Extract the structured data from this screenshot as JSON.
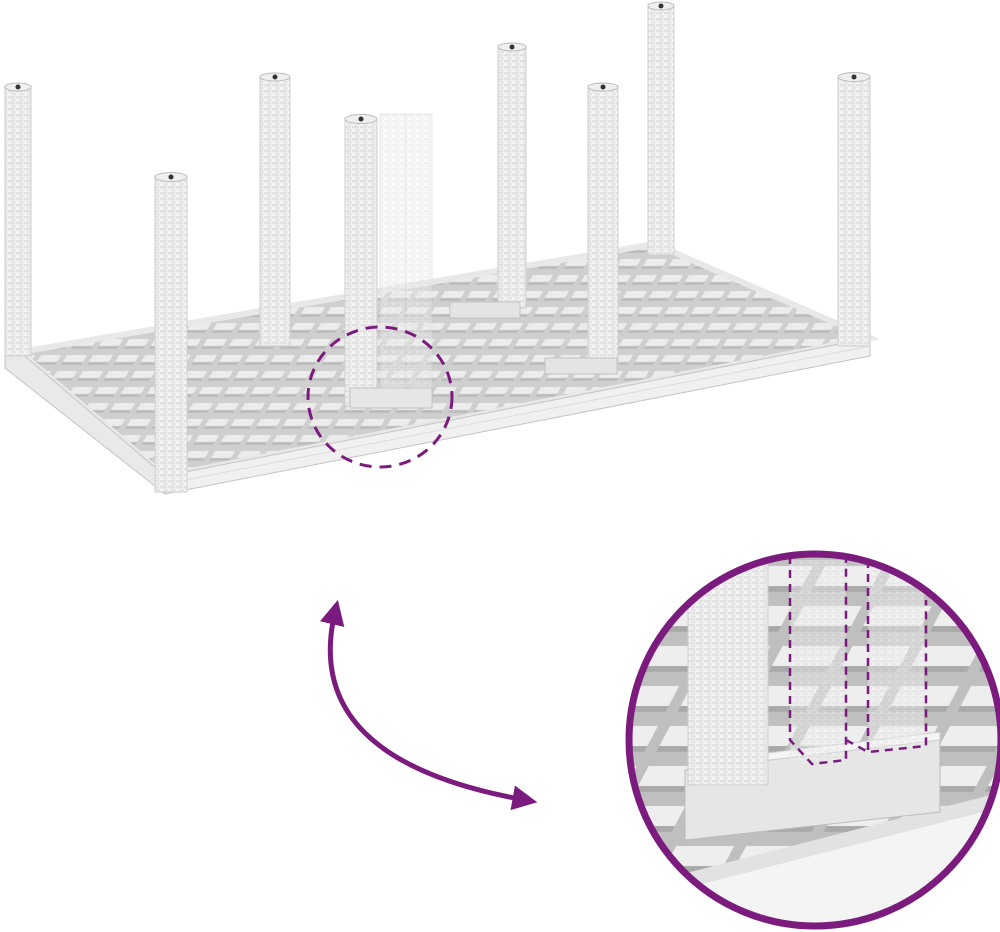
{
  "illustration": {
    "subject": "pallet-base-with-posts",
    "post_count": 9,
    "callout": {
      "detail_subject": "post-socket",
      "hidden_posts_shown_dashed": 2
    }
  },
  "colors": {
    "background": "#ffffff",
    "accent": "#7b1b7e",
    "pallet_light": "#f2f2f2",
    "pallet_mid": "#dcdcdc",
    "pallet_dark": "#a8a8a8",
    "post_light": "#f6f6f6",
    "post_shade": "#d6d6d6"
  }
}
